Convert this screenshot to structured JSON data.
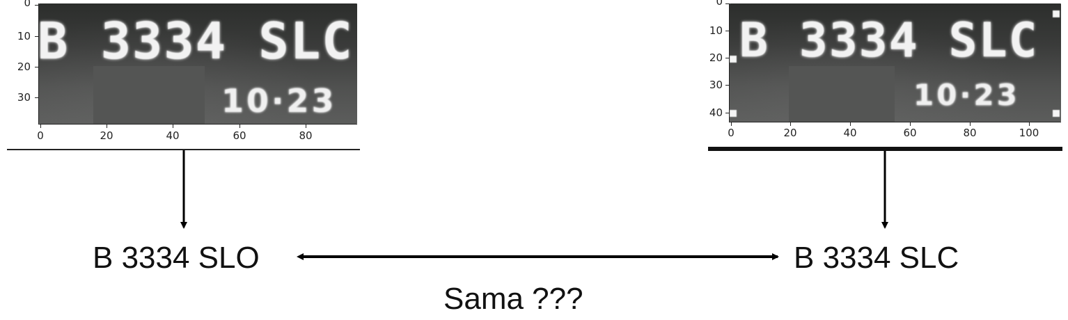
{
  "left_panel": {
    "plate_main_text": "B 3334 SLC",
    "plate_small_text": "10·23",
    "y_ticks": [
      "0",
      "10",
      "20",
      "30"
    ],
    "x_ticks": [
      "0",
      "20",
      "40",
      "60",
      "80"
    ]
  },
  "right_panel": {
    "plate_main_text": "B 3334 SLC",
    "plate_small_text": "10·23",
    "y_ticks": [
      "0",
      "10",
      "20",
      "30",
      "40"
    ],
    "x_ticks": [
      "0",
      "20",
      "40",
      "60",
      "80",
      "100"
    ]
  },
  "left_result": "B 3334 SLO",
  "right_result": "B 3334 SLC",
  "comparison_label": "Sama ???",
  "colors": {
    "arrow": "#000000",
    "text": "#111111",
    "plate_bg": "#3a3b3a",
    "plate_text": "#f2f2f2"
  }
}
